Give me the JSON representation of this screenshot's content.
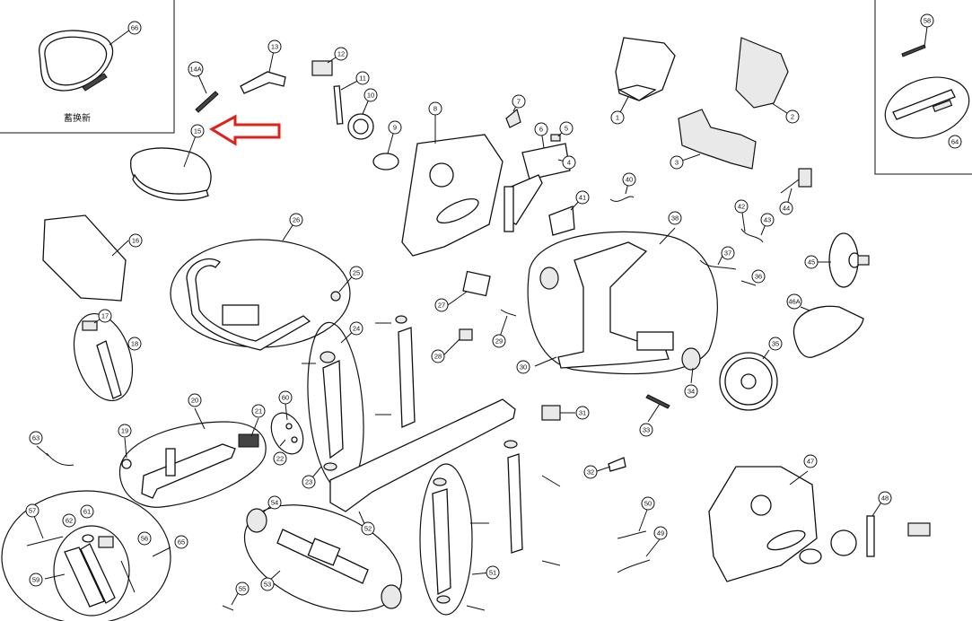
{
  "diagram": {
    "inset_caption": "蓄换新",
    "highlight_color": "#e0201b",
    "callouts": {
      "c1": "1",
      "c2": "2",
      "c3": "3",
      "c4": "4",
      "c5": "5",
      "c6": "6",
      "c7": "7",
      "c8": "8",
      "c9": "9",
      "c10": "10",
      "c11": "11",
      "c12": "12",
      "c13": "13",
      "c14a": "14A",
      "c15": "15",
      "c16": "16",
      "c17": "17",
      "c18": "18",
      "c19": "19",
      "c20": "20",
      "c21": "21",
      "c22": "22",
      "c23": "23",
      "c24": "24",
      "c25": "25",
      "c26": "26",
      "c27": "27",
      "c28": "28",
      "c29": "29",
      "c30": "30",
      "c31": "31",
      "c32": "32",
      "c33": "33",
      "c34": "34",
      "c35": "35",
      "c36": "36",
      "c37": "37",
      "c38": "38",
      "c40": "40",
      "c41": "41",
      "c42": "42",
      "c43": "43",
      "c44": "44",
      "c45": "45",
      "c46a": "46A",
      "c47": "47",
      "c48": "48",
      "c49": "49",
      "c50": "50",
      "c51": "51",
      "c52": "52",
      "c53": "53",
      "c54": "54",
      "c55": "55",
      "c56": "56",
      "c57": "57",
      "c58": "58",
      "c59": "59",
      "c60": "60",
      "c61": "61",
      "c62": "62",
      "c63": "63",
      "c64": "64",
      "c65": "65",
      "c66": "66"
    }
  }
}
